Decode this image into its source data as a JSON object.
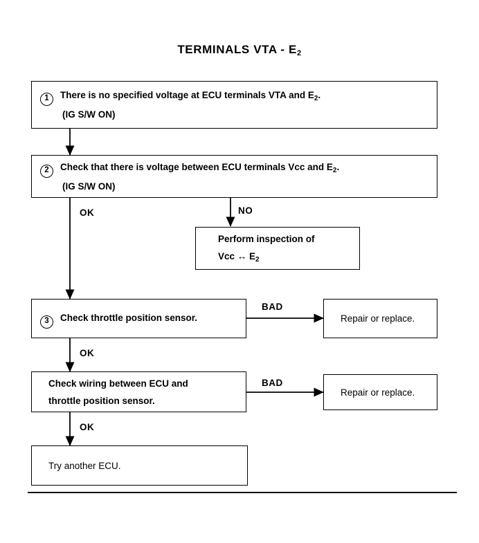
{
  "document": {
    "title_prefix": "TERMINALS VTA - E",
    "title_sub": "2"
  },
  "nodes": {
    "step1": {
      "number": "1",
      "line1_a": "There is no specified voltage at ECU terminals VTA and E",
      "line1_sub": "2",
      "line1_b": ".",
      "line2": "(IG S/W ON)"
    },
    "step2": {
      "number": "2",
      "line1_a": "Check that there is voltage between ECU terminals Vcc and E",
      "line1_sub": "2",
      "line1_b": ".",
      "line2": "(IG S/W ON)"
    },
    "inspection": {
      "line1": "Perform inspection of",
      "line2_a": "Vcc ",
      "line2_arrow": "↔",
      "line2_b": " E",
      "line2_sub": "2"
    },
    "step3": {
      "number": "3",
      "line1": "Check throttle position sensor."
    },
    "repair1": {
      "line1": "Repair or replace."
    },
    "step4": {
      "line1": "Check wiring between ECU and",
      "line2": "throttle position sensor."
    },
    "repair2": {
      "line1": "Repair or replace."
    },
    "step5": {
      "line1": "Try another ECU."
    }
  },
  "edge_labels": {
    "ok1": "OK",
    "no1": "NO",
    "bad1": "BAD",
    "ok2": "OK",
    "bad2": "BAD",
    "ok3": "OK"
  },
  "colors": {
    "ink": "#000000",
    "paper": "#ffffff"
  }
}
